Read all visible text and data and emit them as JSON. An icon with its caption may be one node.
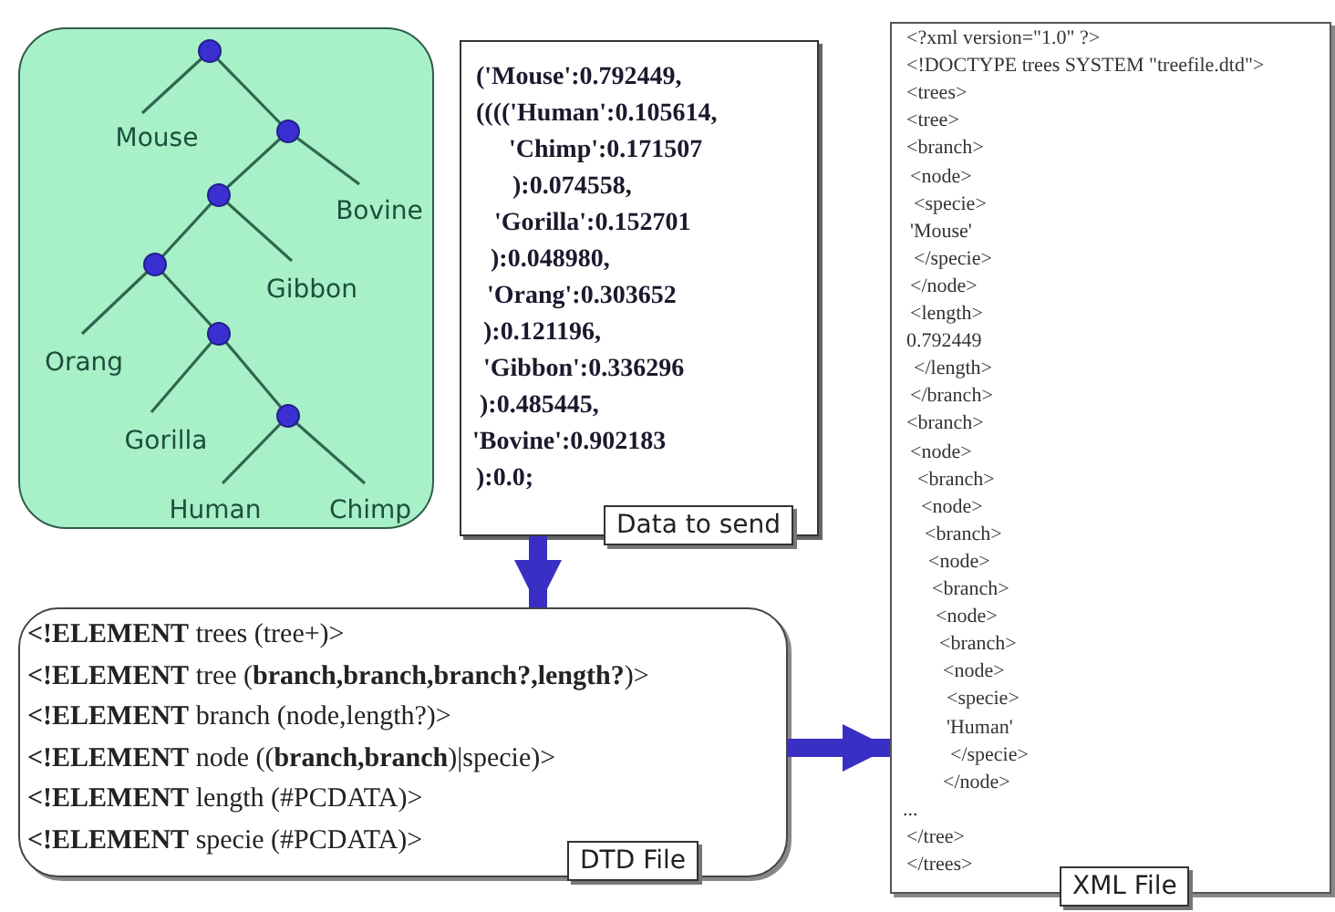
{
  "diagram": {
    "nodes": [
      {
        "text": [],
        "shape": "box"
      },
      {
        "text": [
          "('Mouse':0.792449,",
          "(((('Human':0.105614,",
          "'Chimp':0.171507",
          "):0.074558,",
          "'Gorilla':0.152701",
          "):0.048980,",
          "'Orang':0.303652",
          "):0.121196,",
          "'Gibbon':0.336296",
          "):0.485445,",
          "'Bovine':0.902183",
          "):0.0;",
          "Data to send"
        ]
      },
      {
        "text": [
          "**<!ELEMENT** trees (tree+)>",
          "**<!ELEMENT** tree (**branch,branch,branch?,length?**)>",
          "**<!ELEMENT** branch (node,length?)>",
          "**<!ELEMENT** node ((**branch,branch**)|specie)>",
          "**<!ELEMENT** length (#PCDATA)>",
          "**<!ELEMENT** specie (#PCDATA)>",
          "DTD File"
        ]
      },
      {
        "text": [
          "<?xml version=\"1.0\" ?>",
          "<!DOCTYPE trees SYSTEM \"treefile.dtd\">",
          "<trees>",
          "<tree>",
          "<branch>",
          "<node>",
          "<specie>",
          "'Mouse'",
          "</specie>",
          "</node>",
          "<length>",
          "0.792449",
          "</length>",
          "</branch>",
          "<branch>",
          "<node>",
          "<branch>",
          "<node>",
          "<branch>",
          "<node>",
          "<branch>",
          "<node>",
          "<branch>",
          "<node>",
          "<specie>",
          "'Human'",
          "</specie>",
          "</node>",
          "...",
          "</tree>",
          "</trees>",
          "XML File"
        ]
      }
    ],
    "edges": [
      {
        "from": 1,
        "to": 2,
        "arrow": "to"
      },
      {
        "from": 2,
        "to": 3,
        "arrow": "to"
      }
    ],
    "labels": [
      "Mouse",
      "Bovine",
      "Gibbon",
      "Orang",
      "Gorilla",
      "Human",
      "Chimp"
    ]
  }
}
